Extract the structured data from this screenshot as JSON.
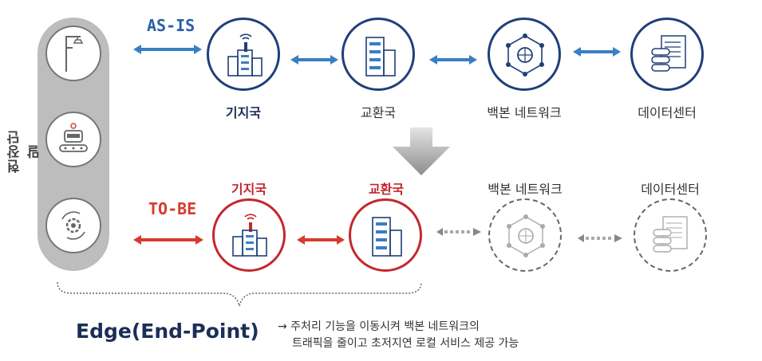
{
  "left_panel": {
    "label": "현장단말"
  },
  "as_is": {
    "tag": "AS-IS",
    "nodes": [
      {
        "label": "기지국",
        "emphasis": "bold"
      },
      {
        "label": "교환국"
      },
      {
        "label": "백본 네트워크"
      },
      {
        "label": "데이터센터"
      }
    ]
  },
  "to_be": {
    "tag": "TO-BE",
    "nodes": [
      {
        "label": "기지국",
        "emphasis": "red"
      },
      {
        "label": "교환국",
        "emphasis": "red"
      },
      {
        "label": "백본 네트워크"
      },
      {
        "label": "데이터센터"
      }
    ]
  },
  "footer": {
    "title": "Edge(End-Point)",
    "desc_line1": "→ 주처리 기능을 이동시켜  백본 네트워크의",
    "desc_line2": "트래픽을 줄이고 초저지연 로컬 서비스 제공 가능"
  },
  "colors": {
    "navy": "#1e3f7a",
    "blue_arrow": "#3a7ec4",
    "red": "#c4272d",
    "gray": "#bdbdbd"
  }
}
